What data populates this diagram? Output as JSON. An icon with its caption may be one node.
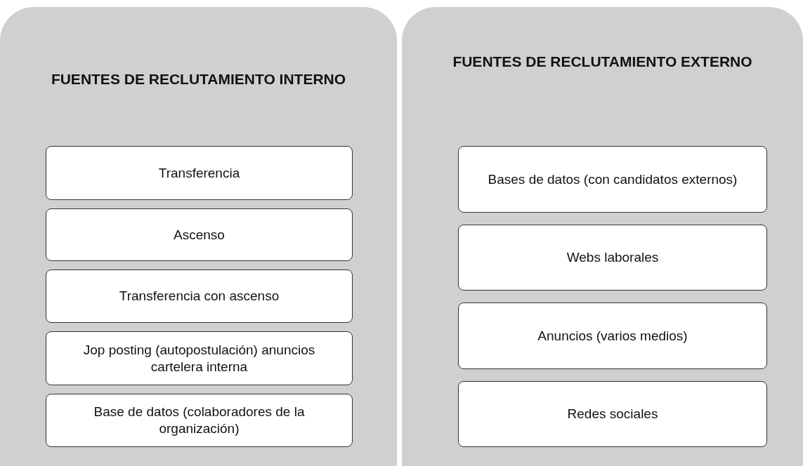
{
  "diagram": {
    "nodes": [
      {
        "text": [
          "FUENTES DE RECLUTAMIENTO INTERNO"
        ]
      },
      {
        "text": [
          "Transferencia"
        ],
        "in": 0
      },
      {
        "text": [
          "Ascenso"
        ],
        "in": 0
      },
      {
        "text": [
          "Transferencia con ascenso"
        ],
        "in": 0
      },
      {
        "text": [
          "Jop posting (autopostulación) anuncios cartelera interna"
        ],
        "in": 0
      },
      {
        "text": [
          "Base de datos (colaboradores de la organización)"
        ],
        "in": 0
      },
      {
        "text": [
          "FUENTES DE RECLUTAMIENTO EXTERNO"
        ]
      },
      {
        "text": [
          "Bases de datos (con candidatos externos)"
        ],
        "in": 6
      },
      {
        "text": [
          "Webs laborales"
        ],
        "in": 6
      },
      {
        "text": [
          "Anuncios (varios medios)"
        ],
        "in": 6
      },
      {
        "text": [
          "Redes sociales"
        ],
        "in": 6
      }
    ],
    "edges": []
  }
}
